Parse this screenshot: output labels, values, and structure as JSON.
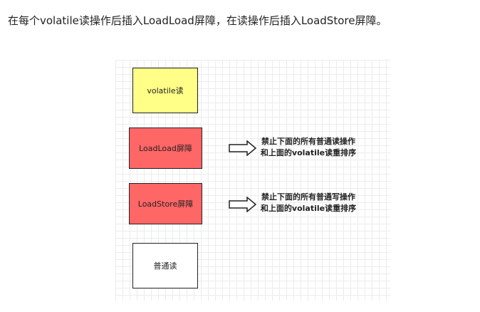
{
  "intro_text": "在每个volatile读操作后插入LoadLoad屏障，在读操作后插入LoadStore屏障。",
  "diagram": {
    "boxes": [
      {
        "label": "volatile读",
        "color": "#ffff88"
      },
      {
        "label": "LoadLoad屏障",
        "color": "#ff6666"
      },
      {
        "label": "LoadStore屏障",
        "color": "#ff6666"
      },
      {
        "label": "普通读",
        "color": "#ffffff"
      }
    ],
    "notes": [
      {
        "line1": "禁止下面的所有普通读操作",
        "line2": "和上面的volatile读重排序"
      },
      {
        "line1": "禁止下面的所有普通写操作",
        "line2": "和上面的volatile读重排序"
      }
    ]
  }
}
